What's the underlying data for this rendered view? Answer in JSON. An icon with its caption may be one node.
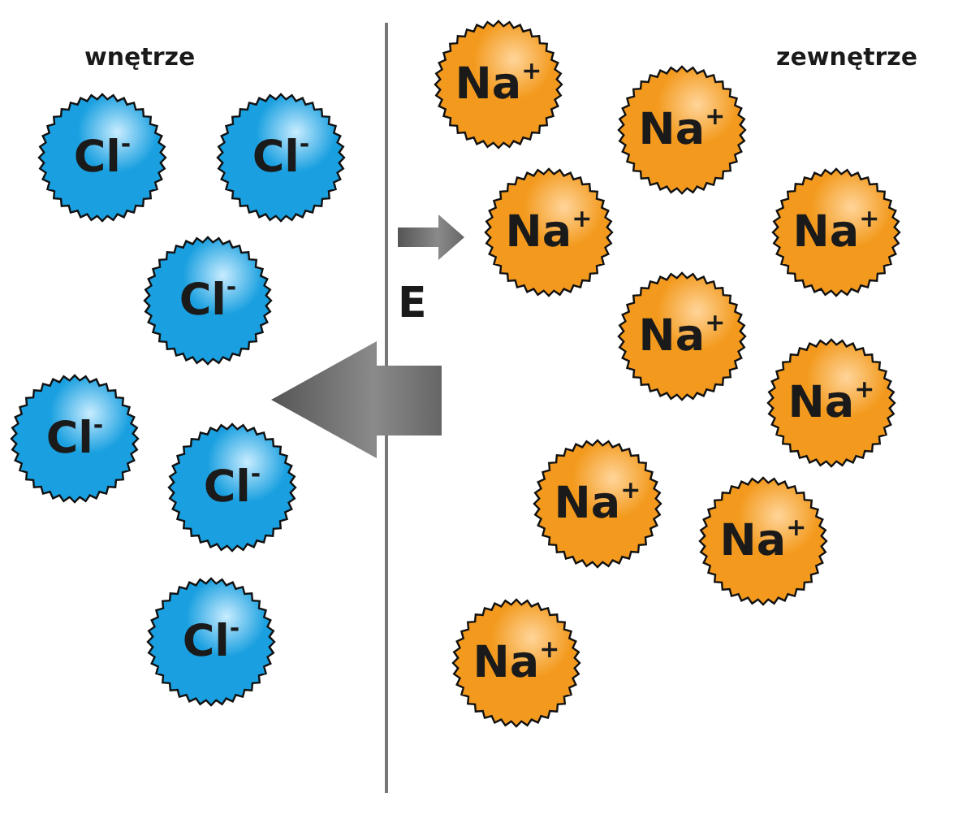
{
  "diagram": {
    "nodes": [
      {
        "text": [
          "Na$^{+}$"
        ]
      },
      {
        "text": [
          "Na$^{+}$"
        ]
      },
      {
        "text": [
          "Cl$^{-}$"
        ]
      },
      {
        "text": [
          "Cl$^{-}$"
        ]
      },
      {
        "text": [
          "Na$^{+}$"
        ]
      },
      {
        "text": [
          "Na$^{+}$"
        ]
      },
      {
        "text": [
          "Cl$^{-}$"
        ]
      },
      {
        "text": [
          "Na$^{+}$"
        ]
      },
      {
        "text": [
          "Na$^{+}$"
        ]
      },
      {
        "text": [
          "Cl$^{-}$"
        ]
      },
      {
        "text": [
          "Cl$^{-}$"
        ]
      },
      {
        "text": [
          "Na$^{+}$"
        ]
      },
      {
        "text": [
          "Na$^{+}$"
        ]
      },
      {
        "text": [
          "Cl$^{-}$"
        ]
      },
      {
        "text": [
          "Na$^{+}$"
        ]
      }
    ],
    "labels": [
      "wnętrze",
      "zewnętrze",
      "E"
    ]
  }
}
